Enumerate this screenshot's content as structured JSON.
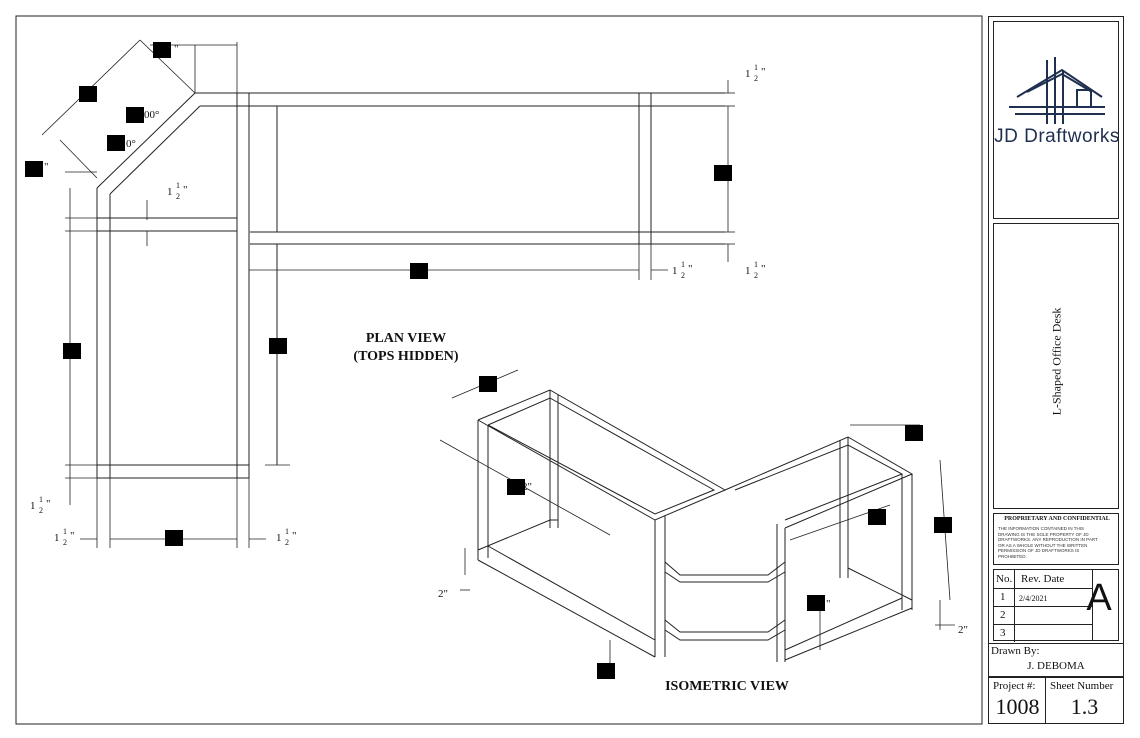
{
  "labels": {
    "plan_view_1": "PLAN VIEW",
    "plan_view_2": "(TOPS HIDDEN)",
    "iso_view": "ISOMETRIC VIEW"
  },
  "dimensions": {
    "one_half": "1",
    "half_num": "1",
    "half_den": "2",
    "inch": "\"",
    "two_inch": "2\"",
    "deg_a": "00°",
    "deg_b": "0°",
    "frag_a": "\"",
    "frag_b": "\"",
    "frag_c": "2\"",
    "frag_d": "\""
  },
  "title_block": {
    "company": "JD Draftworks",
    "drawing_title": "L-Shaped Office Desk",
    "confidential_heading": "PROPRIETARY AND CONFIDENTIAL",
    "confidential_body": "THE INFORMATION CONTAINED IN THIS DRAWING IS THE SOLE PROPERTY OF JD DRAFTWORKS. ANY REPRODUCTION IN PART OR AS A WHOLE WITHOUT THE WRITTEN PERMISSION OF JD DRAFTWORKS IS PROHIBITED.",
    "rev_no_header": "No.",
    "rev_date_header": "Rev. Date",
    "rev_rows": [
      {
        "no": "1",
        "date": "2/4/2021"
      },
      {
        "no": "2",
        "date": ""
      },
      {
        "no": "3",
        "date": ""
      }
    ],
    "revision_letter": "A",
    "drawn_by_label": "Drawn By:",
    "drawn_by_value": "J. DEBOMA",
    "project_label": "Project #:",
    "project_value": "1008",
    "sheet_label": "Sheet Number",
    "sheet_value": "1.3"
  },
  "colors": {
    "ink": "#111111",
    "logo": "#1f2f4f"
  }
}
